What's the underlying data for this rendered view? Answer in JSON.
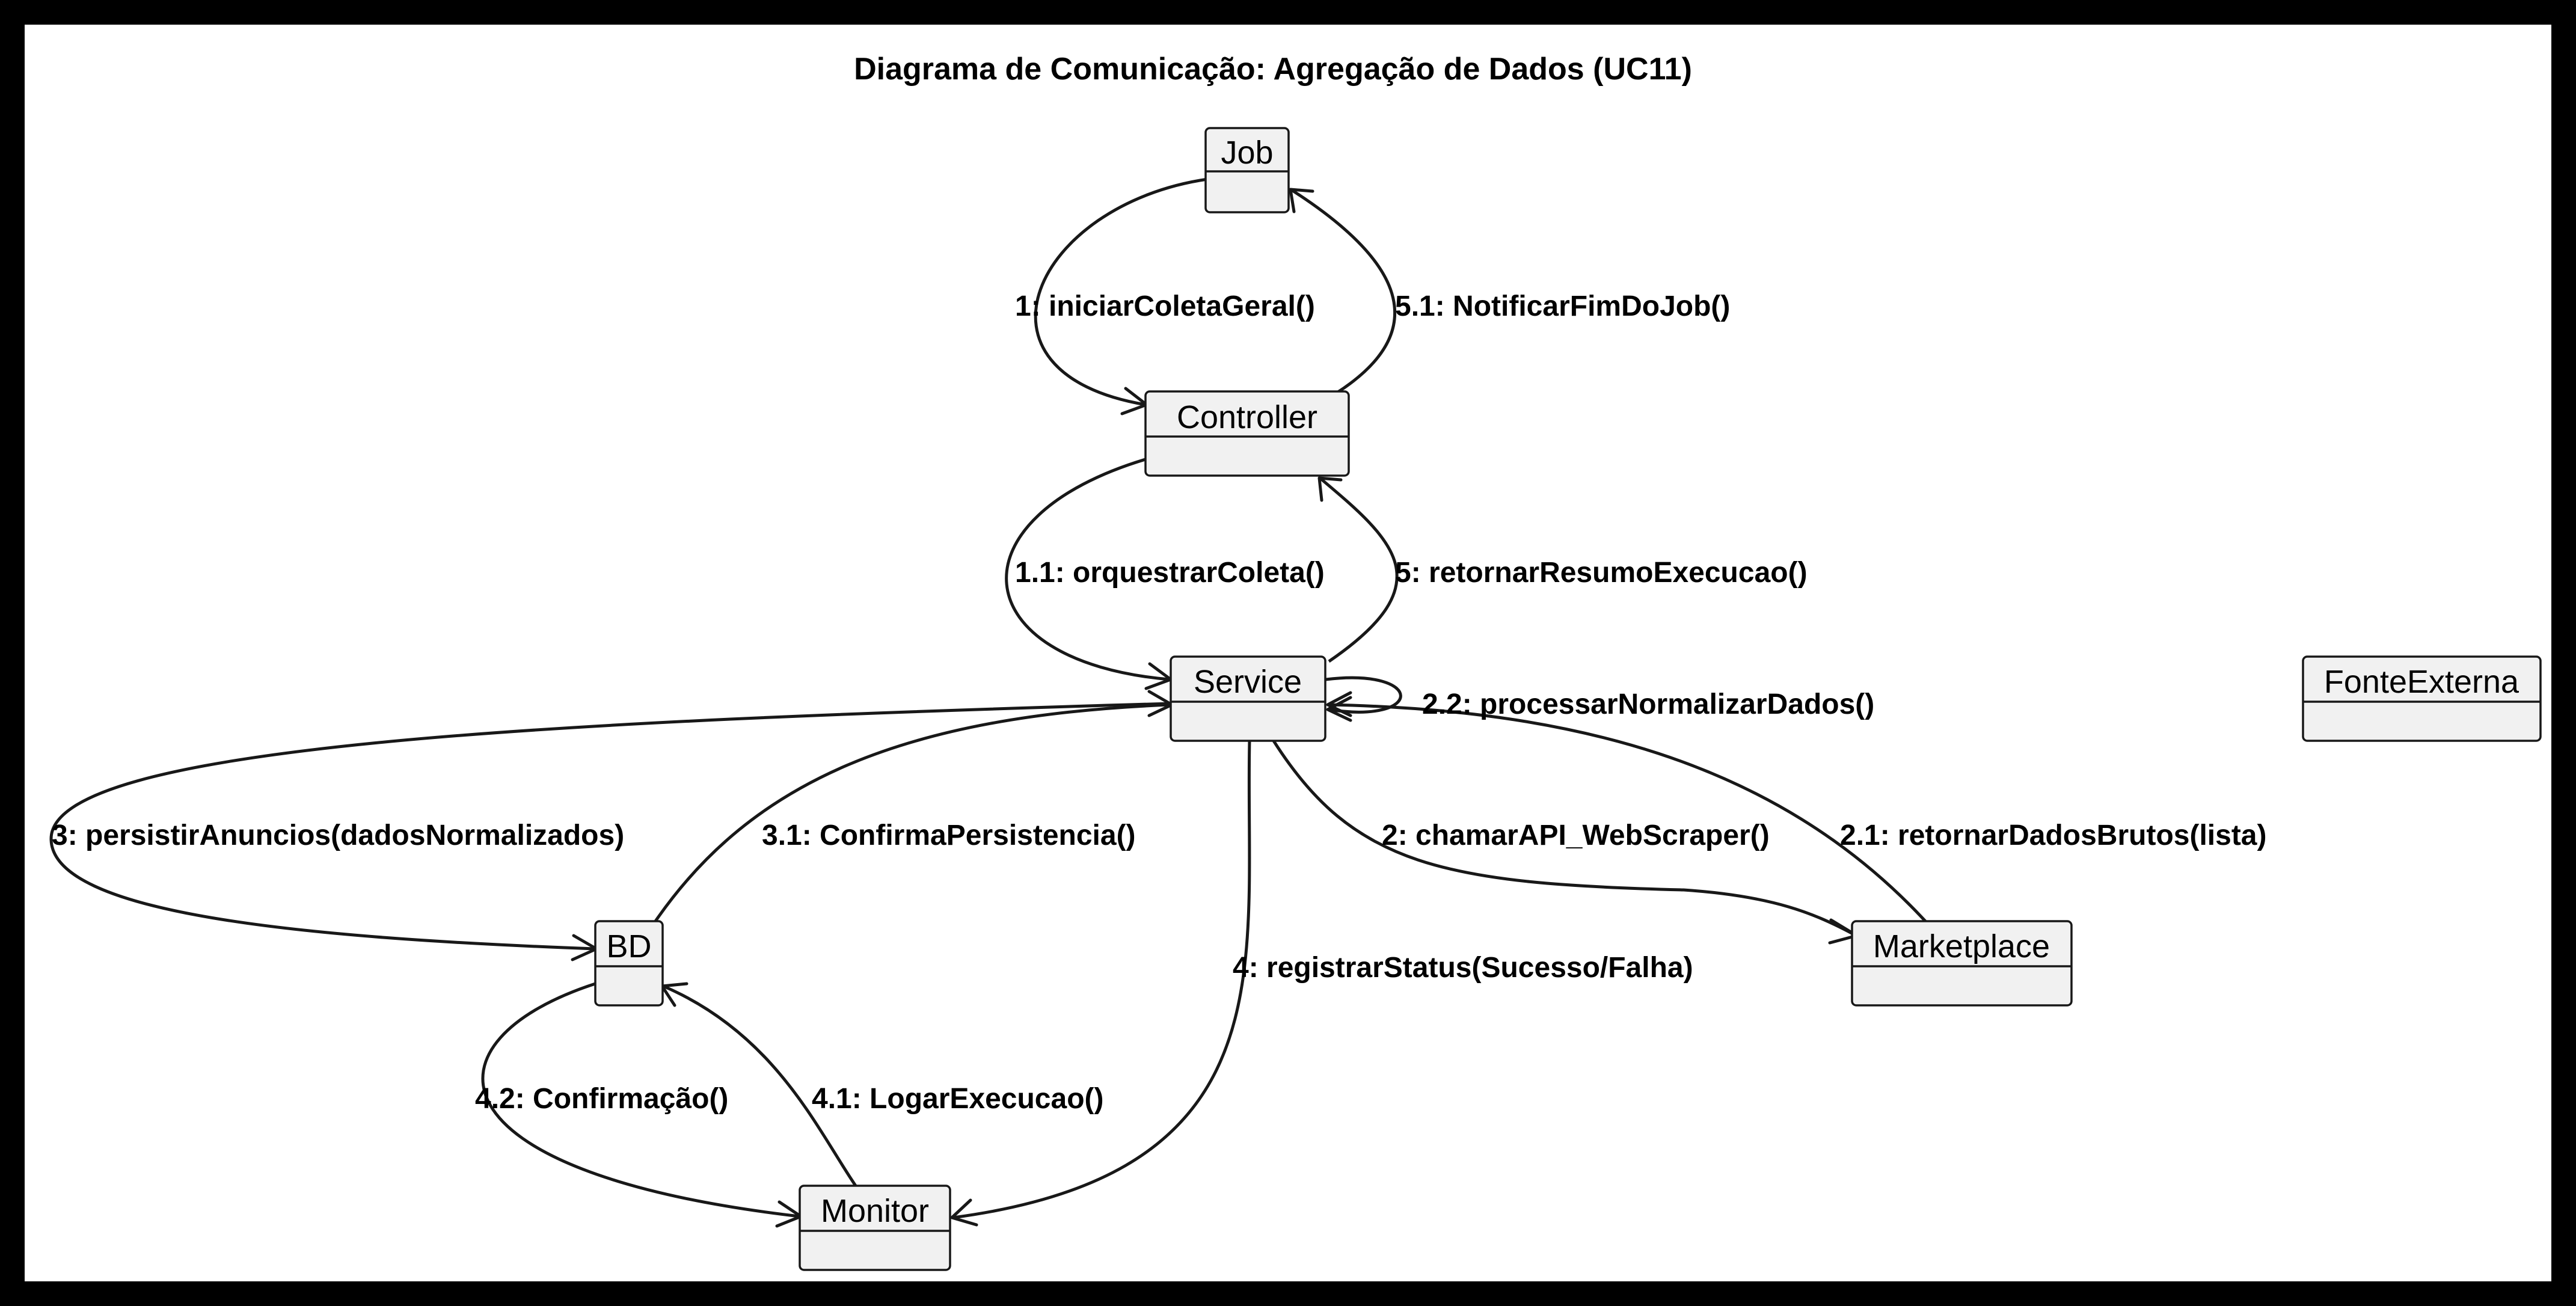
{
  "diagram": {
    "title": "Diagrama de Comunicação: Agregação de Dados (UC11)",
    "objects": {
      "job": "Job",
      "controller": "Controller",
      "service": "Service",
      "fonte_externa": "FonteExterna",
      "bd": "BD",
      "marketplace": "Marketplace",
      "monitor": "Monitor"
    },
    "messages": {
      "m1": "1: iniciarColetaGeral()",
      "m5_1": "5.1: NotificarFimDoJob()",
      "m1_1": "1.1: orquestrarColeta()",
      "m5": "5: retornarResumoExecucao()",
      "m2_2": "2.2: processarNormalizarDados()",
      "m3": "3: persistirAnuncios(dadosNormalizados)",
      "m3_1": "3.1: ConfirmaPersistencia()",
      "m2": "2: chamarAPI_WebScraper()",
      "m2_1": "2.1: retornarDadosBrutos(lista)",
      "m4": "4: registrarStatus(Sucesso/Falha)",
      "m4_2": "4.2: Confirmação()",
      "m4_1": "4.1: LogarExecucao()"
    },
    "colors": {
      "frame": "#000000",
      "background": "#ffffff",
      "object_fill": "#f1f1f1",
      "line": "#181818"
    }
  }
}
